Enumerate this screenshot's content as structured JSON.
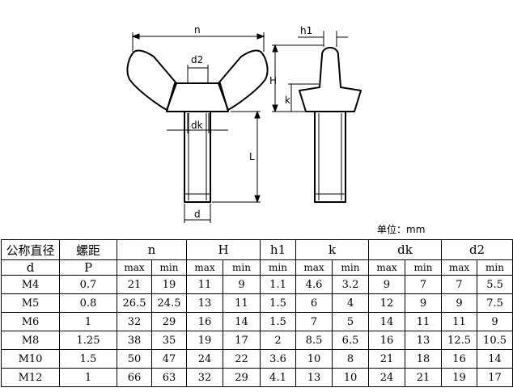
{
  "drawing": {
    "labels": {
      "n": "n",
      "d2": "d2",
      "dk": "dk",
      "d": "d",
      "L": "L",
      "h1": "h1",
      "H": "H",
      "k": "k"
    }
  },
  "unit_label": "单位：mm",
  "table": {
    "header1": [
      "公称直径",
      "螺距",
      "n",
      "H",
      "h1",
      "k",
      "dk",
      "d2"
    ],
    "header2": [
      "d",
      "P",
      "max",
      "min",
      "max",
      "min",
      "min",
      "max",
      "min",
      "max",
      "min",
      "max",
      "min"
    ],
    "rows": [
      [
        "M4",
        "0.7",
        "21",
        "19",
        "11",
        "9",
        "1.1",
        "4.6",
        "3.2",
        "9",
        "7",
        "7",
        "5.5"
      ],
      [
        "M5",
        "0.8",
        "26.5",
        "24.5",
        "13",
        "11",
        "1.5",
        "6",
        "4",
        "12",
        "9",
        "9",
        "7.5"
      ],
      [
        "M6",
        "1",
        "32",
        "29",
        "16",
        "14",
        "1.5",
        "7",
        "5",
        "14",
        "11",
        "11",
        "9"
      ],
      [
        "M8",
        "1.25",
        "38",
        "35",
        "19",
        "17",
        "2",
        "8.5",
        "6.5",
        "16",
        "13",
        "12.5",
        "10.5"
      ],
      [
        "M10",
        "1.5",
        "50",
        "47",
        "24",
        "22",
        "3.6",
        "10",
        "8",
        "21",
        "18",
        "16",
        "14"
      ],
      [
        "M12",
        "1",
        "66",
        "63",
        "32",
        "29",
        "4.1",
        "13",
        "10",
        "24",
        "21",
        "19",
        "17"
      ]
    ]
  }
}
